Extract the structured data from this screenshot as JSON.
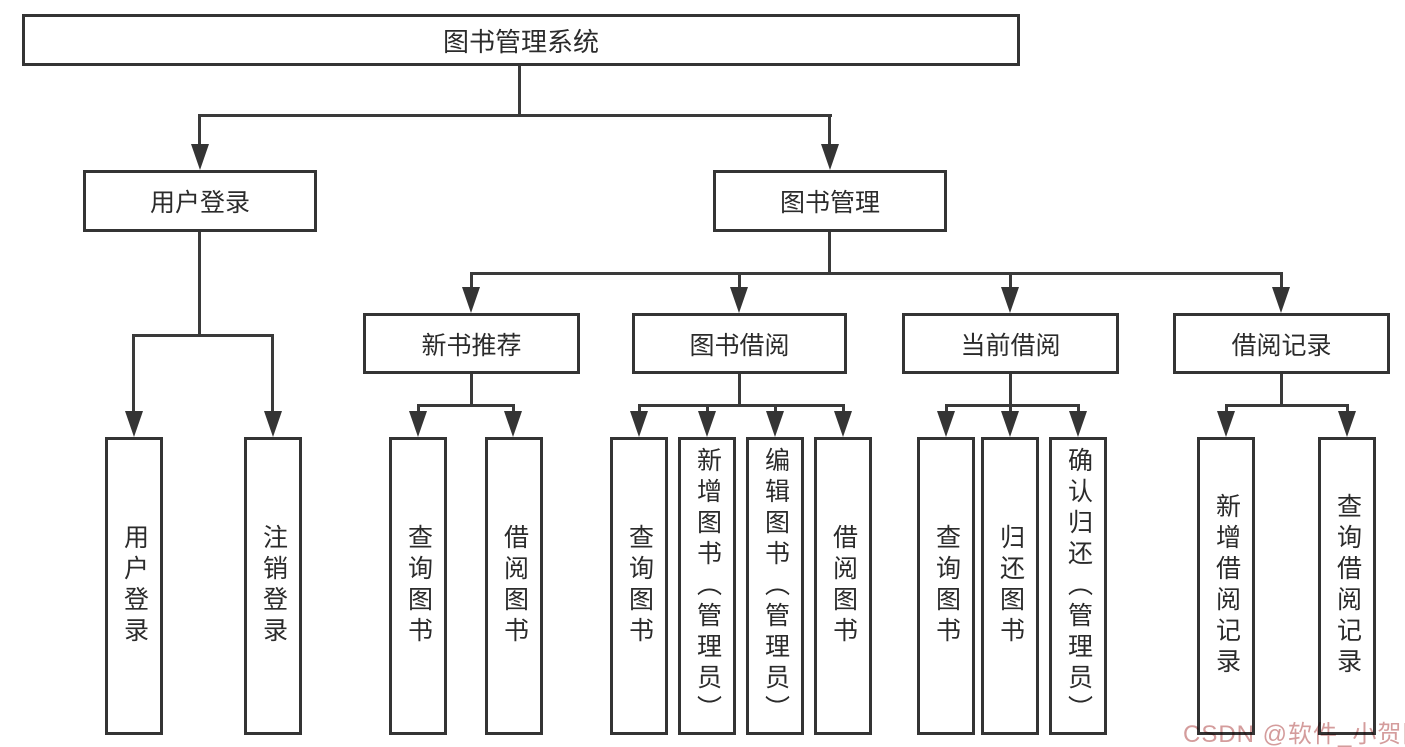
{
  "diagram": {
    "root": {
      "label": "图书管理系统",
      "children": [
        {
          "label": "用户登录",
          "children": [
            {
              "label": "用户登录"
            },
            {
              "label": "注销登录"
            }
          ]
        },
        {
          "label": "图书管理",
          "children": [
            {
              "label": "新书推荐",
              "children": [
                {
                  "label": "查询图书"
                },
                {
                  "label": "借阅图书"
                }
              ]
            },
            {
              "label": "图书借阅",
              "children": [
                {
                  "label": "查询图书"
                },
                {
                  "label": "新增图书（管理员）"
                },
                {
                  "label": "编辑图书（管理员）"
                },
                {
                  "label": "借阅图书"
                }
              ]
            },
            {
              "label": "当前借阅",
              "children": [
                {
                  "label": "查询图书"
                },
                {
                  "label": "归还图书"
                },
                {
                  "label": "确认归还（管理员）"
                }
              ]
            },
            {
              "label": "借阅记录",
              "children": [
                {
                  "label": "新增借阅记录"
                },
                {
                  "label": "查询借阅记录"
                }
              ]
            }
          ]
        }
      ]
    }
  },
  "watermark": "CSDN @软件_小贺同学",
  "colors": {
    "background": "#ffffff",
    "box_border": "#343434",
    "line": "#3a3a3a",
    "text": "#2b2b2b",
    "watermark": "#d49c9c"
  }
}
